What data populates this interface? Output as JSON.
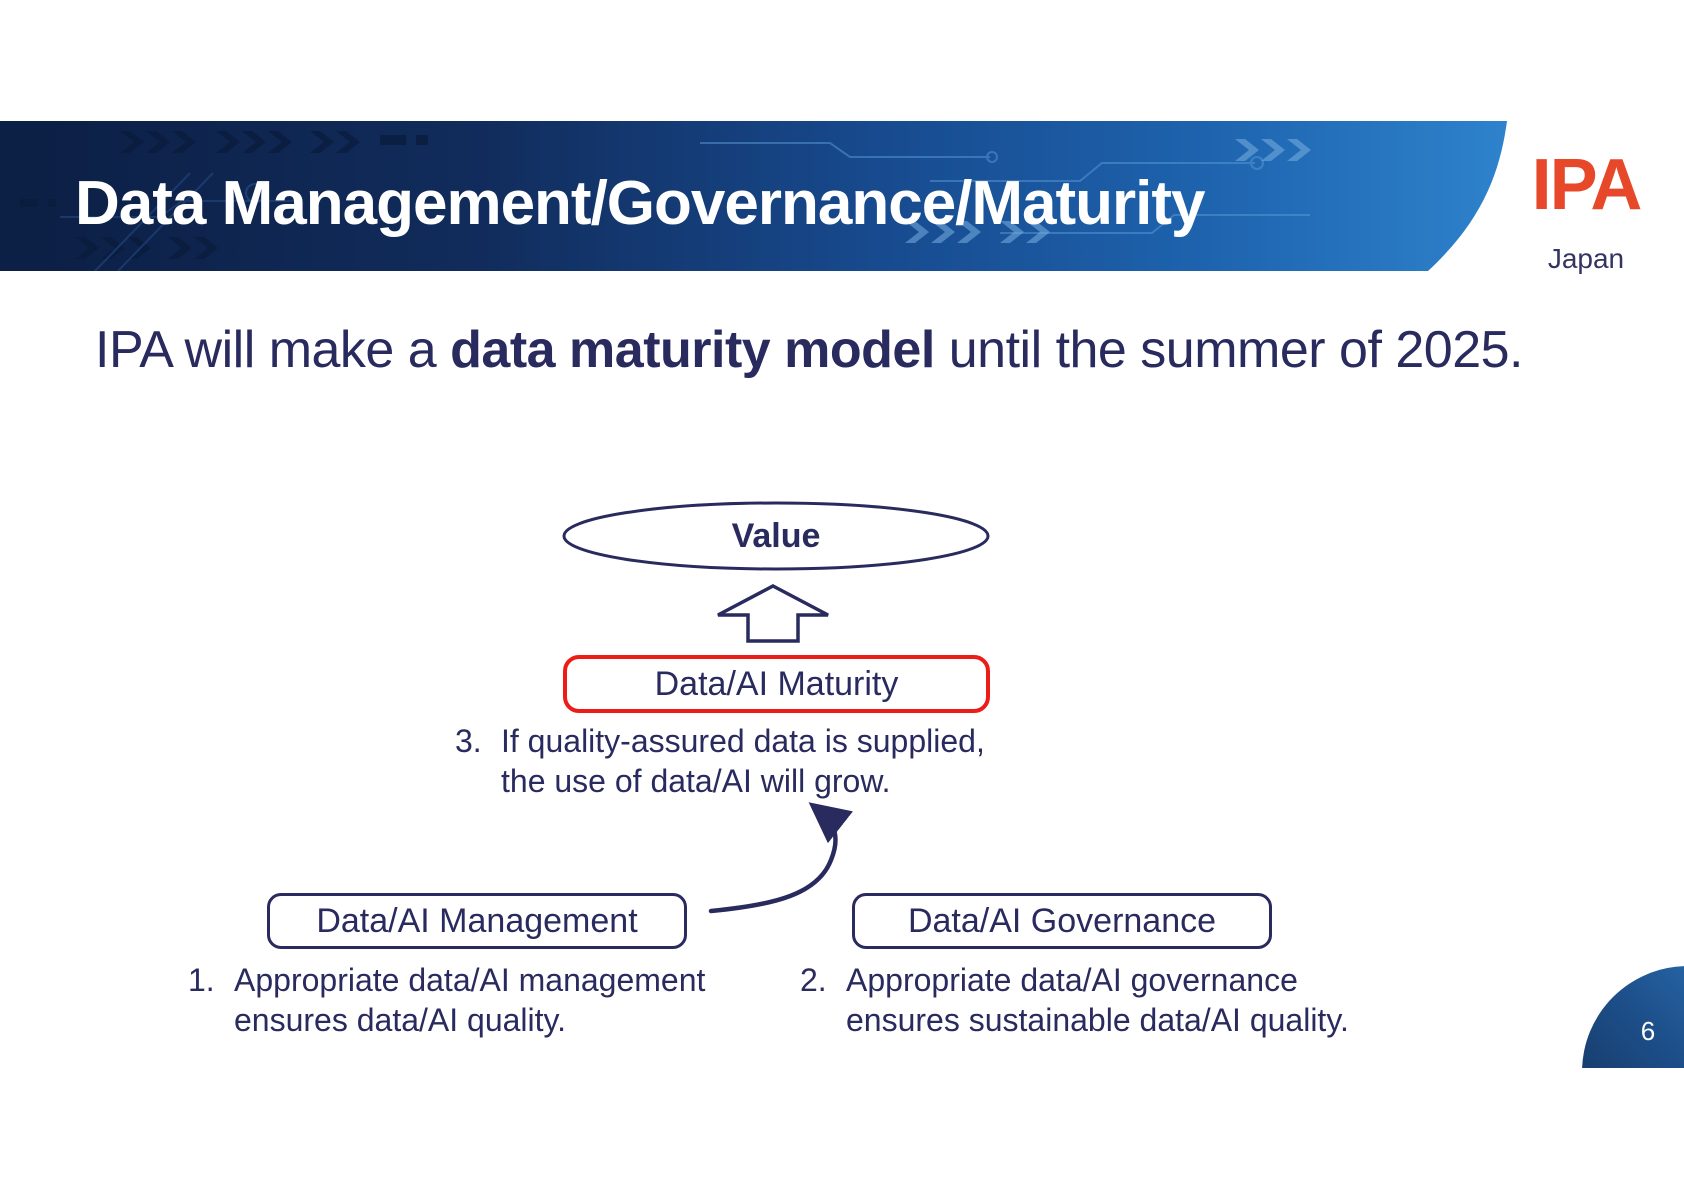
{
  "header": {
    "title": "Data Management/Governance/Maturity"
  },
  "logo": {
    "text": "IPA",
    "subtext": "Japan"
  },
  "lead": {
    "pre": "IPA will make a ",
    "bold": "data maturity model",
    "post": " until the summer of 2025."
  },
  "diagram": {
    "value_label": "Value",
    "maturity_box": "Data/AI Maturity",
    "management_box": "Data/AI Management",
    "governance_box": "Data/AI Governance",
    "note3": {
      "number": "3.",
      "line1": "If quality-assured data is supplied,",
      "line2": "the use of data/AI will grow."
    },
    "note1": {
      "number": "1.",
      "line1": "Appropriate data/AI management",
      "line2": "ensures data/AI quality."
    },
    "note2": {
      "number": "2.",
      "line1": "Appropriate data/AI governance",
      "line2": "ensures sustainable data/AI quality."
    }
  },
  "footer": {
    "page_number": "6"
  },
  "colors": {
    "navy_text": "#292a5e",
    "red_accent": "#ee1c17",
    "logo_red": "#e8482a",
    "logo_sub_navy": "#33345f",
    "banner_dark": "#0c1f44",
    "banner_light": "#2e82cc",
    "corner_circle_light": "#2f77bd",
    "corner_circle_dark": "#132f56"
  }
}
